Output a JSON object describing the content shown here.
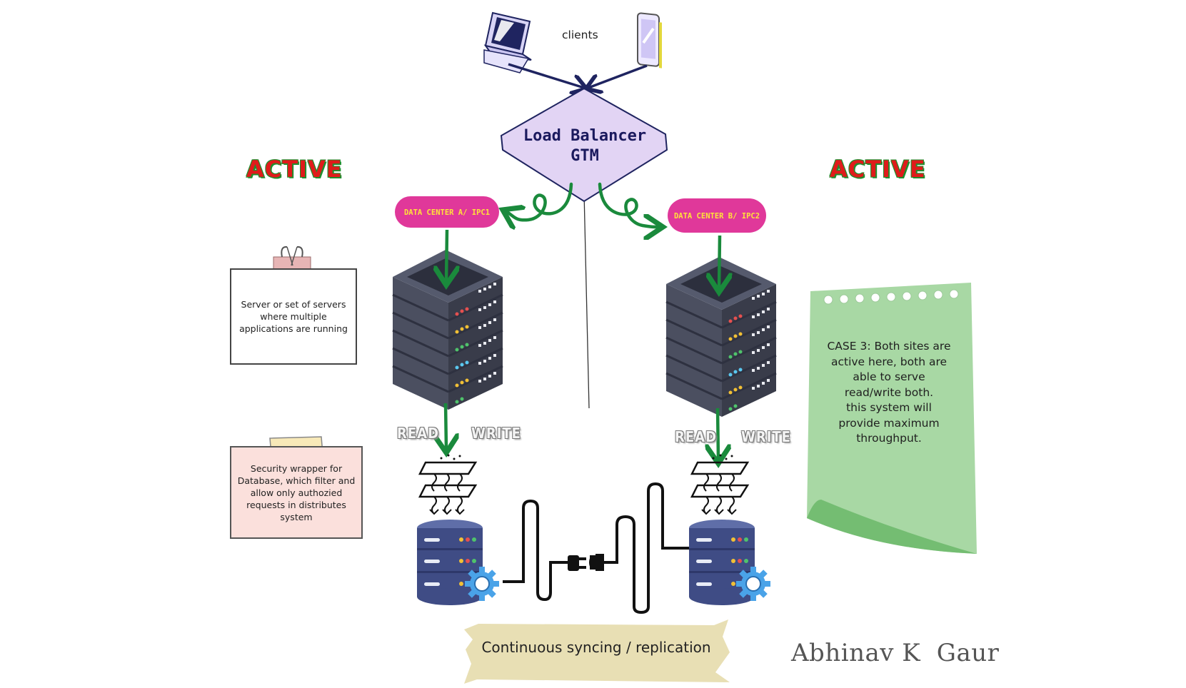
{
  "clients_label": "clients",
  "load_balancer": {
    "line1": "Load Balancer",
    "line2": "GTM"
  },
  "status_left": "ACTIVE",
  "status_right": "ACTIVE",
  "datacenter_a": "DATA CENTER A/ IPC1",
  "datacenter_b": "DATA CENTER B/ IPC2",
  "read_label": "READ",
  "write_label": "WRITE",
  "server_note": "Server or set of servers where multiple applications are running",
  "security_note": "Security wrapper for Database, which filter and allow only authozied requests in distributes system",
  "case_note": {
    "lines": [
      "CASE 3:  Both sites are",
      "active here, both are",
      "able to serve",
      "read/write both.",
      "this system will",
      "provide maximum",
      "throughput."
    ]
  },
  "sync_label": "Continuous syncing / replication",
  "author": "Abhinav K  Gaur",
  "colors": {
    "lb_fill": "#e2d4f4",
    "lb_text": "#1b1a5e",
    "pill": "#e0389a",
    "pill_text": "#ffe23a",
    "arrow_green": "#1a8a3c",
    "client_arrow": "#1f2460",
    "server_dark": "#474b58",
    "db_blue": "#3f4c85",
    "gear": "#4aa3e8",
    "note_green": "#a8d8a4",
    "note_pink": "#fbe0dc",
    "tape": "#e8dfb4"
  }
}
